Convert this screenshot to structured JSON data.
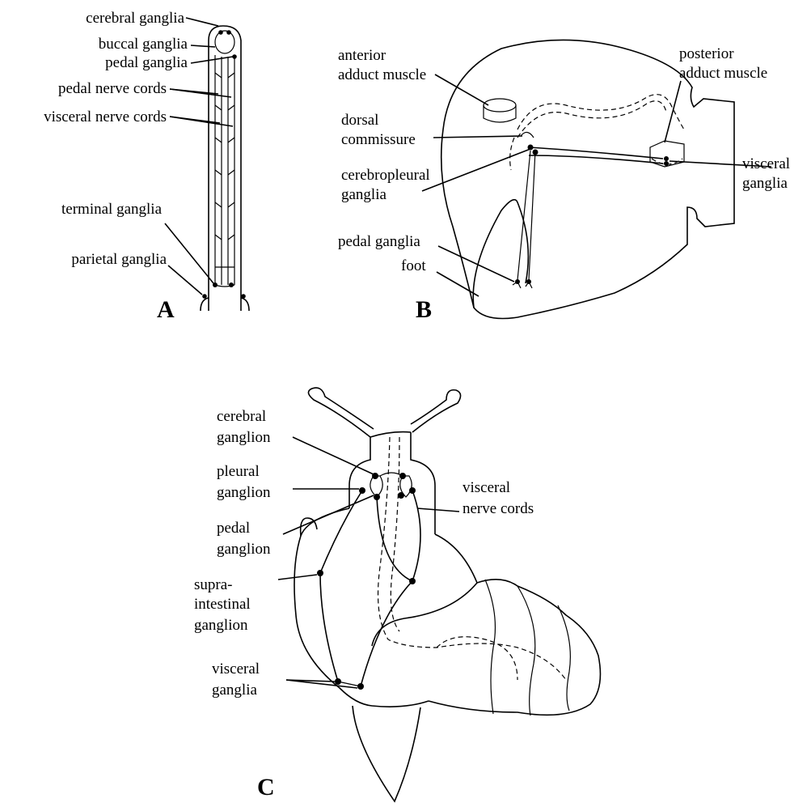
{
  "panels": {
    "A": {
      "letter": "A",
      "labels": {
        "cerebral_ganglia": "cerebral ganglia",
        "buccal_ganglia": "buccal ganglia",
        "pedal_ganglia": "pedal ganglia",
        "pedal_nerve_cords": "pedal nerve cords",
        "visceral_nerve_cords": "visceral nerve cords",
        "terminal_ganglia": "terminal ganglia",
        "parietal_ganglia": "parietal ganglia"
      }
    },
    "B": {
      "letter": "B",
      "labels": {
        "anterior_1": "anterior",
        "anterior_2": "adduct muscle",
        "posterior_1": "posterior",
        "posterior_2": "adduct muscle",
        "dorsal_1": "dorsal",
        "dorsal_2": "commissure",
        "cerebropleural_1": "cerebropleural",
        "cerebropleural_2": "ganglia",
        "visceral_1": "visceral",
        "visceral_2": "ganglia",
        "pedal_ganglia": "pedal ganglia",
        "foot": "foot"
      }
    },
    "C": {
      "letter": "C",
      "labels": {
        "cerebral_1": "cerebral",
        "cerebral_2": "ganglion",
        "pleural_1": "pleural",
        "pleural_2": "ganglion",
        "visceral_nerve_1": "visceral",
        "visceral_nerve_2": "nerve cords",
        "pedal_1": "pedal",
        "pedal_2": "ganglion",
        "supra_1": "supra-",
        "supra_2": "intestinal",
        "supra_3": "ganglion",
        "visceral_g_1": "visceral",
        "visceral_g_2": "ganglia"
      }
    }
  }
}
